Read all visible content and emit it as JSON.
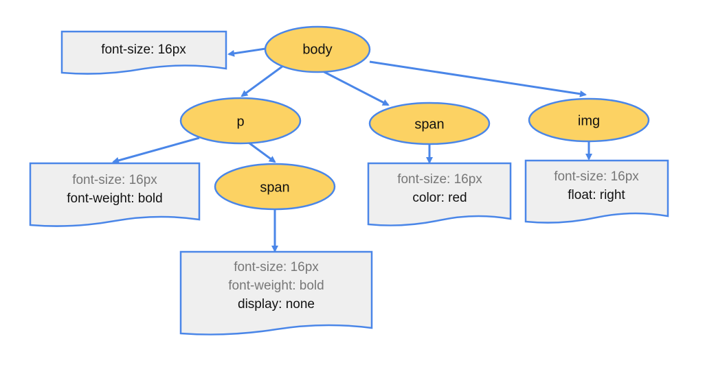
{
  "colors": {
    "node_fill": "#fcd263",
    "node_stroke": "#4a86e8",
    "doc_fill": "#efefef",
    "doc_stroke": "#4a86e8",
    "edge": "#4a86e8",
    "inherited_text": "#777777",
    "own_text": "#111111"
  },
  "nodes": {
    "body": "body",
    "p": "p",
    "span_top": "span",
    "img": "img",
    "span_child": "span"
  },
  "styles": {
    "body": [
      {
        "text": "font-size: 16px",
        "inherited": false
      }
    ],
    "p": [
      {
        "text": "font-size: 16px",
        "inherited": true
      },
      {
        "text": "font-weight: bold",
        "inherited": false
      }
    ],
    "span_top": [
      {
        "text": "font-size: 16px",
        "inherited": true
      },
      {
        "text": "color: red",
        "inherited": false
      }
    ],
    "img": [
      {
        "text": "font-size: 16px",
        "inherited": true
      },
      {
        "text": "float: right",
        "inherited": false
      }
    ],
    "span_child": [
      {
        "text": "font-size: 16px",
        "inherited": true
      },
      {
        "text": "font-weight: bold",
        "inherited": true
      },
      {
        "text": "display: none",
        "inherited": false
      }
    ]
  }
}
